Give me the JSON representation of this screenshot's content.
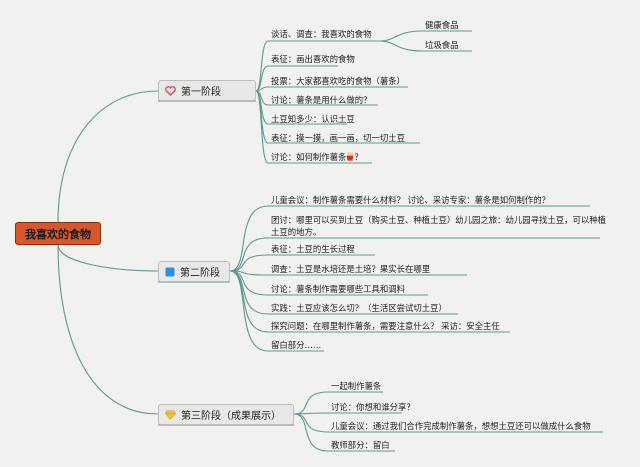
{
  "root": {
    "label": "我喜欢的食物"
  },
  "colors": {
    "branch": "#5f9a90",
    "root_fill": "#d6572c",
    "stage_fill": "#e8e8e6"
  },
  "stage1": {
    "label": "第一阶段",
    "icon": "heart-outline-icon",
    "items": [
      "谈话、调查：我喜欢的食物",
      "表征：画出喜欢的食物",
      "投票：大家都喜欢吃的食物（薯条）",
      "讨论：薯条是用什么做的？",
      "土豆知多少：认识土豆",
      "表征：摸一摸，画一画，切一切土豆",
      "讨论：如何制作薯条"
    ],
    "item7_suffix": "？",
    "sub": [
      "健康食品",
      "垃圾食品"
    ]
  },
  "stage2": {
    "label": "第二阶段",
    "icon": "blue-square-icon",
    "items": [
      "儿童会议：制作薯条需要什么材料？ 讨论、采访专家：薯条是如何制作的？",
      "团讨：哪里可以买到土豆（购买土豆、种植土豆）幼儿园之旅：幼儿园寻找土豆，可以种植土豆的地方。",
      "表征：土豆的生长过程",
      "调查：土豆是水培还是土培？果实长在哪里",
      "讨论：薯条制作需要哪些工具和调料",
      "实践：土豆应该怎么切？（生活区尝试切土豆）",
      "探究问题：在哪里制作薯条，需要注意什么？ 采访：安全主任",
      "留白部分……"
    ]
  },
  "stage3": {
    "label": "第三阶段（成果展示）",
    "icon": "yellow-gem-icon",
    "items": [
      "一起制作薯条",
      "讨论：你想和谁分享？",
      "儿童会议：通过我们合作完成制作薯条，想想土豆还可以做成什么食物",
      "教师部分：留白"
    ]
  }
}
